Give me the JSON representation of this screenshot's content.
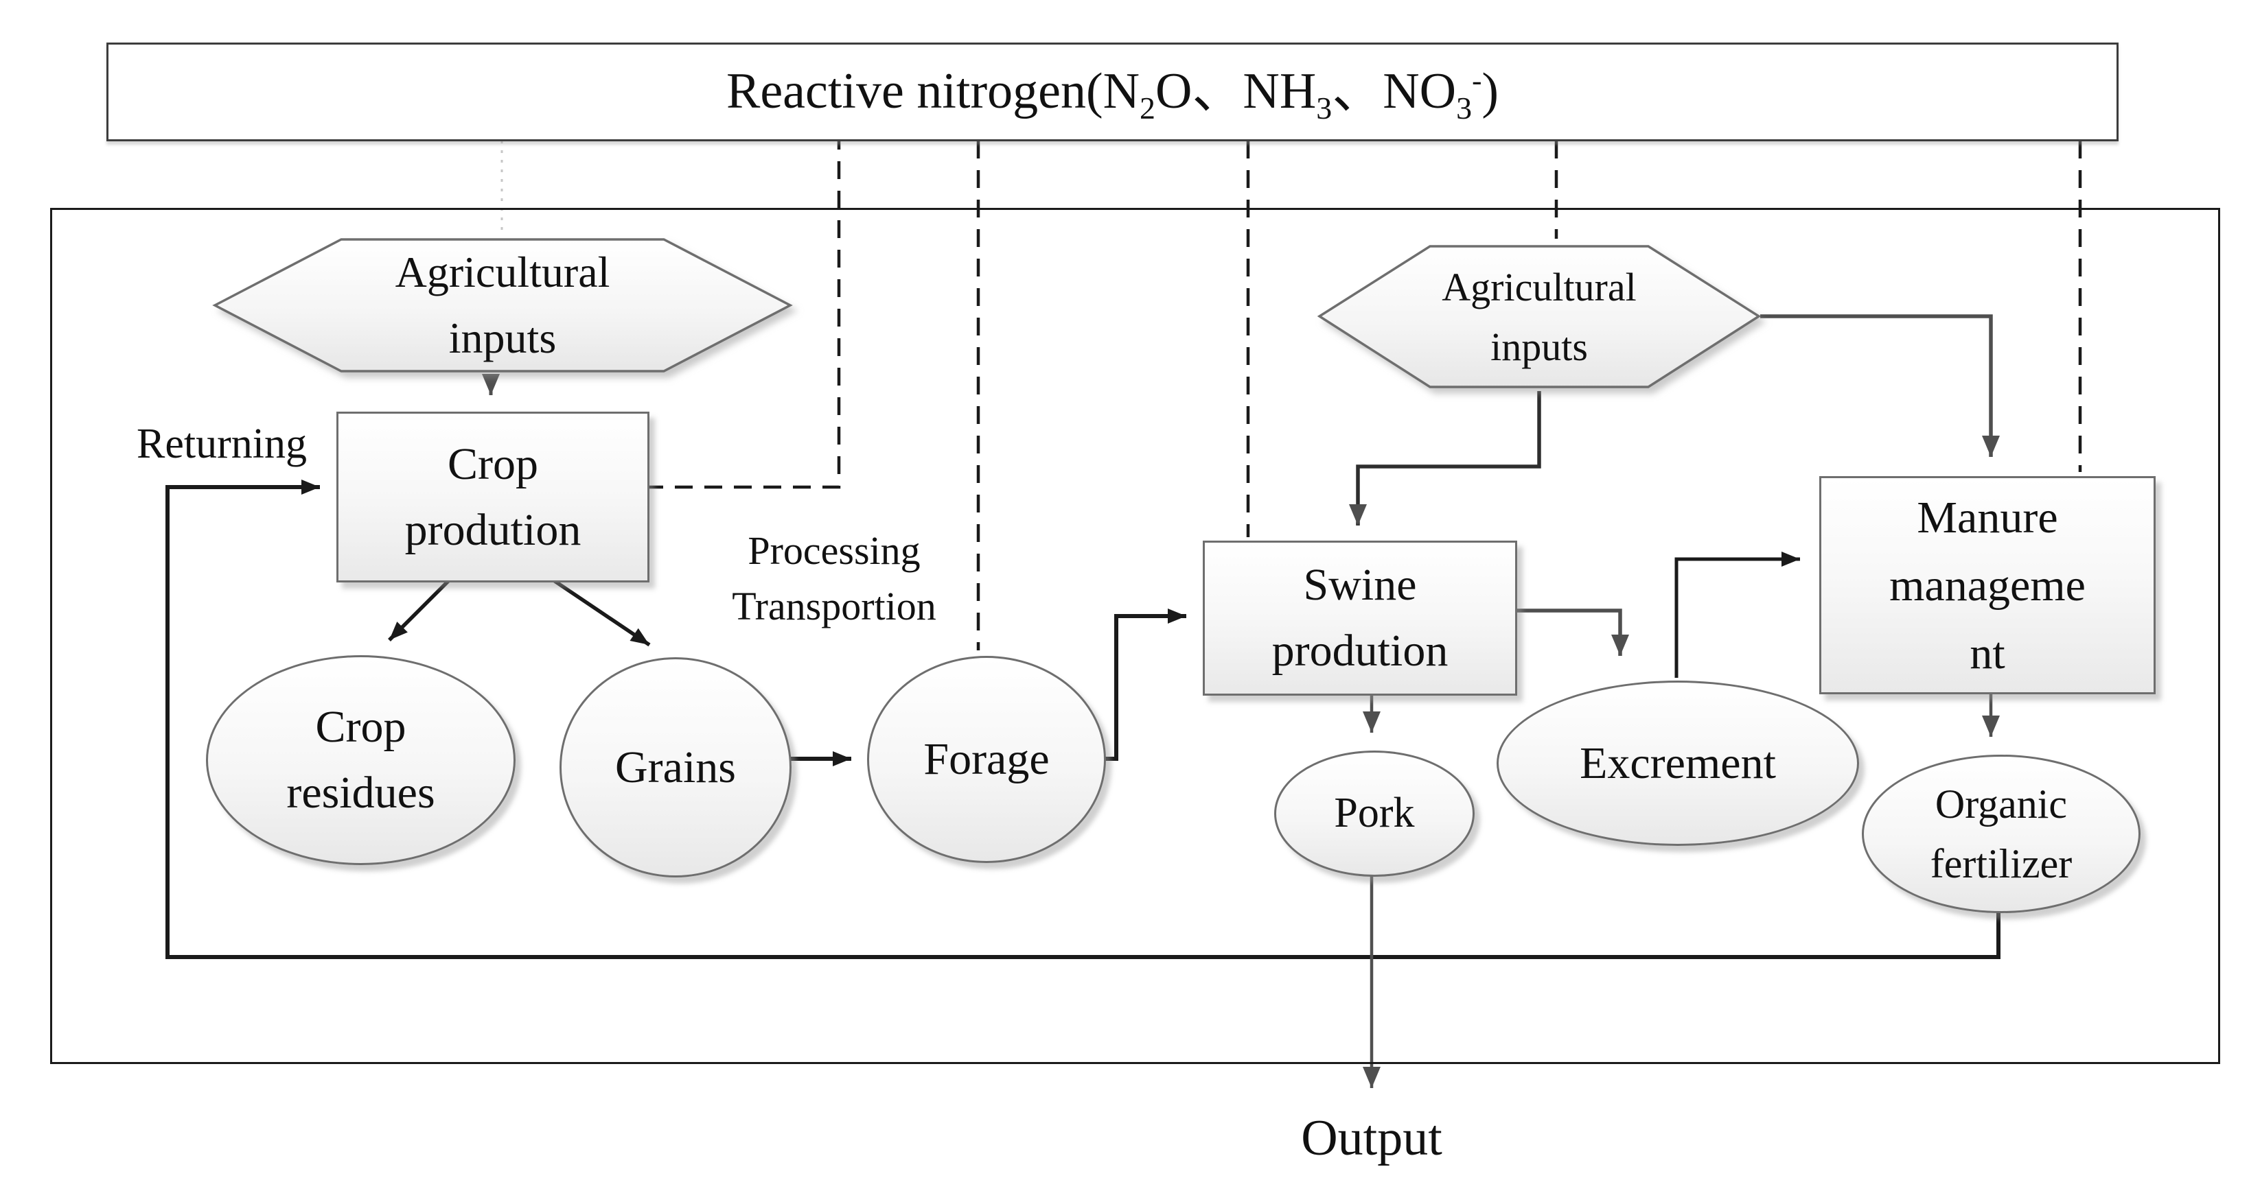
{
  "banner": {
    "p1": "Reactive nitrogen(N",
    "s1": "2",
    "p2": "O、NH",
    "s2": "3",
    "p3": "、NO",
    "s3": "3",
    "sup": "-",
    "p4": ")"
  },
  "nodes": {
    "agricultural_inputs_left": {
      "label": "Agricultural inputs"
    },
    "crop_production": {
      "label": "Crop prodution"
    },
    "crop_residues": {
      "label": "Crop residues"
    },
    "grains": {
      "label": "Grains"
    },
    "forage": {
      "label": "Forage"
    },
    "swine_production": {
      "label": "Swine prodution"
    },
    "agricultural_inputs_right": {
      "label": "Agricultural inputs"
    },
    "manure_management": {
      "line1": "Manure",
      "line2": "manageme",
      "line3": "nt"
    },
    "pork": {
      "label": "Pork"
    },
    "excrement": {
      "label": "Excrement"
    },
    "organic_fertilizer": {
      "label": "Organic fertilizer"
    }
  },
  "labels": {
    "returning": "Returning",
    "processing_line1": "Processing",
    "processing_line2": "Transportion",
    "output": "Output"
  },
  "colors": {
    "line_black": "#1a1a1a",
    "line_gray": "#4d4d4d",
    "dotted_light": "#c6c6c6",
    "shape_border": "#6e6e6e"
  }
}
